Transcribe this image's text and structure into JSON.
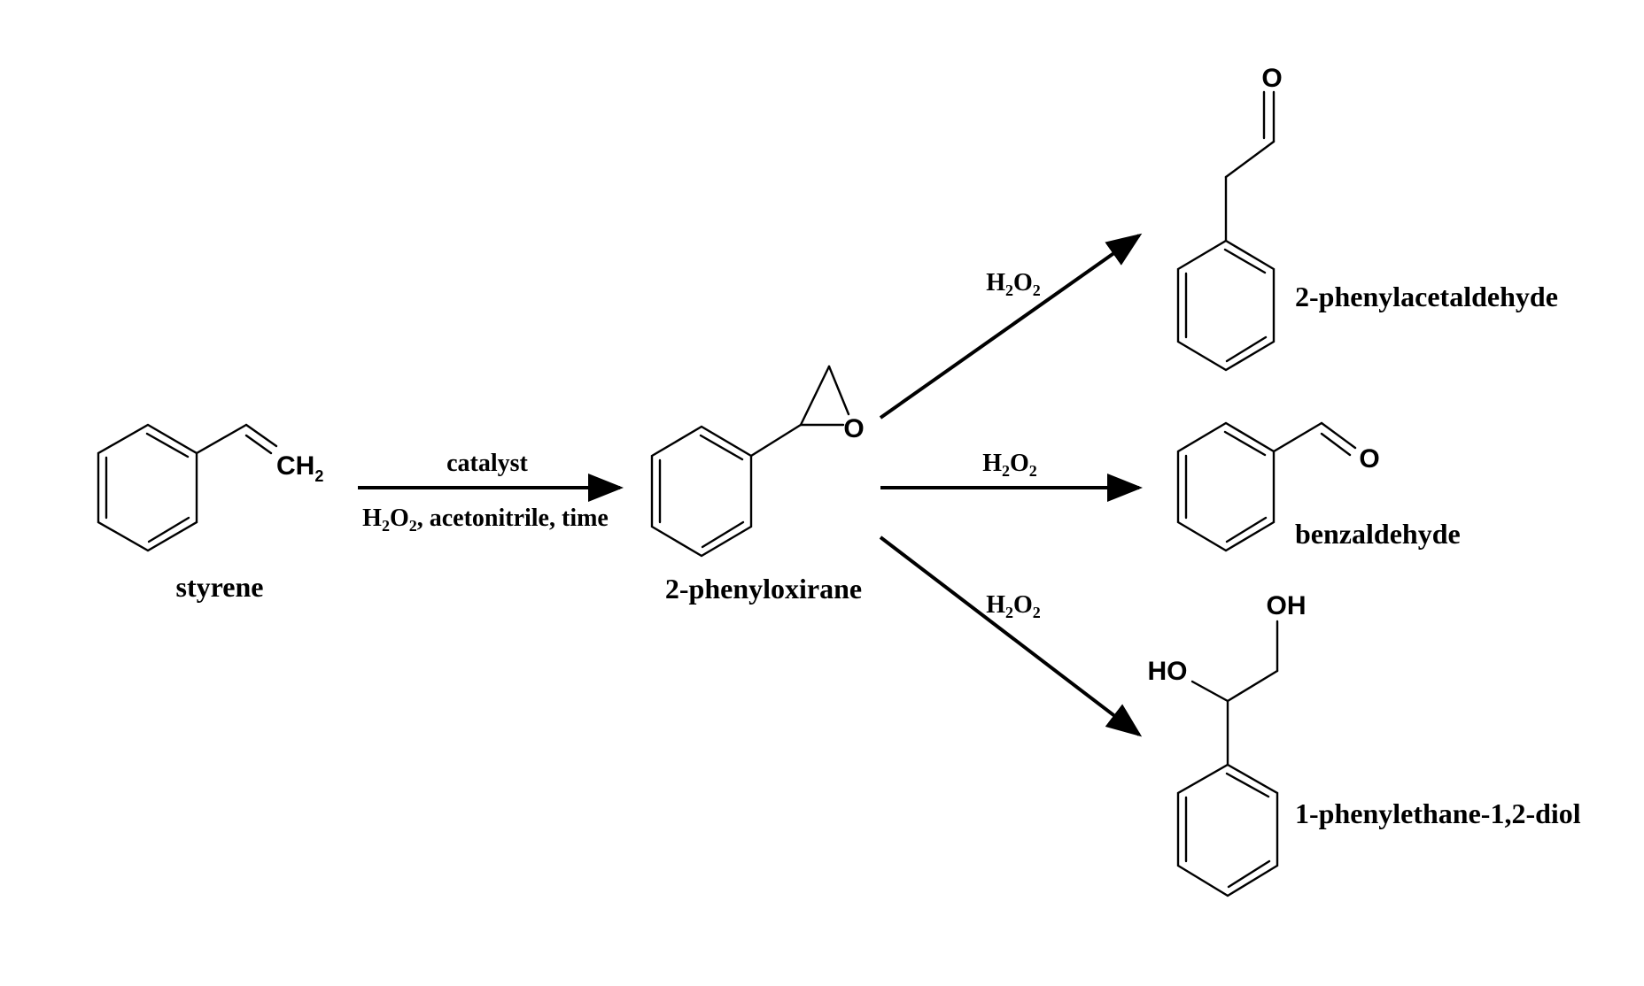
{
  "compounds": {
    "styrene": {
      "name": "styrene",
      "atom_ch": "CH",
      "atom_ch_sub": "2"
    },
    "epoxide": {
      "name": "2-phenyloxirane",
      "atom_o": "O"
    },
    "phenylacetaldehyde": {
      "name": "2-phenylacetaldehyde",
      "atom_o": "O"
    },
    "benzaldehyde": {
      "name": "benzaldehyde",
      "atom_o": "O"
    },
    "diol": {
      "name": "1-phenylethane-1,2-diol",
      "atom_oh": "OH",
      "atom_ho": "HO"
    }
  },
  "arrows": {
    "main": {
      "above": "catalyst",
      "below_h": "H",
      "below_sub1": "2",
      "below_o": "O",
      "below_sub2": "2",
      "below_rest": ", acetonitrile, time"
    },
    "branch": {
      "h": "H",
      "sub1": "2",
      "o": "O",
      "sub2": "2"
    }
  }
}
